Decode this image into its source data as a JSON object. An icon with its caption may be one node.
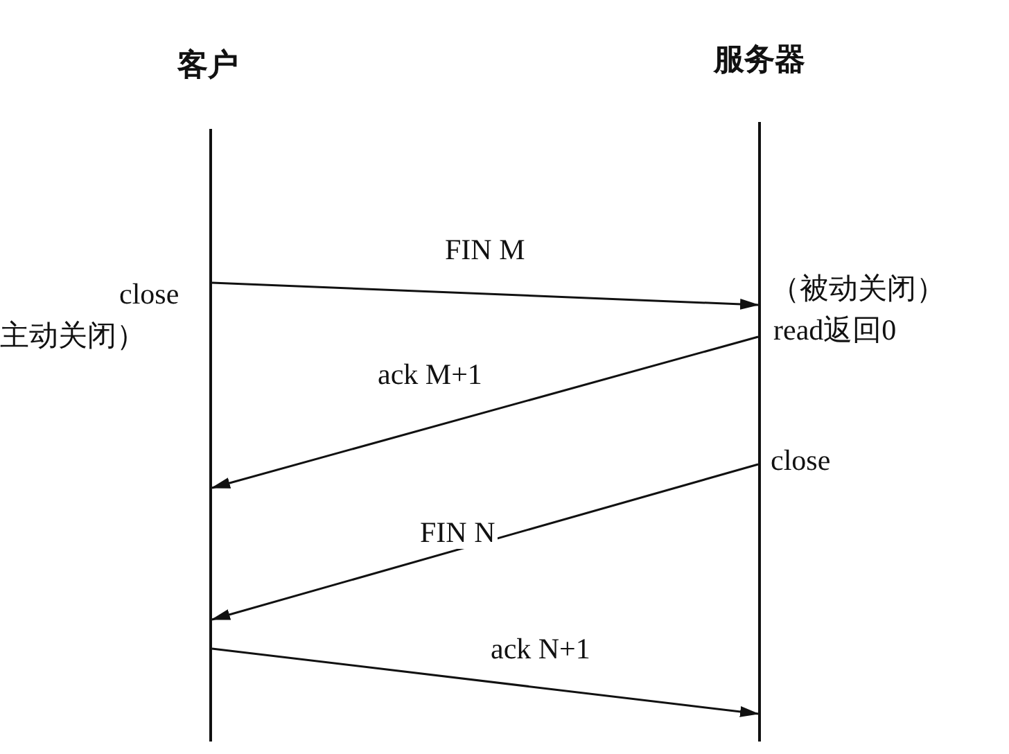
{
  "diagram": {
    "nodes": [
      {
        "text": [
          "客户"
        ]
      },
      {
        "text": [
          "服务器"
        ]
      }
    ],
    "edges": [
      {
        "from": 0,
        "to": 1,
        "arrow": "to",
        "label": "FIN M"
      },
      {
        "from": 1,
        "to": 0,
        "arrow": "to",
        "label": "ack M+1"
      },
      {
        "from": 1,
        "to": 0,
        "arrow": "to",
        "label": "FIN N"
      },
      {
        "from": 0,
        "to": 1,
        "arrow": "to",
        "label": "ack N+1"
      }
    ],
    "labels": [
      "close",
      "主动关闭）",
      "（被动关闭）",
      "read返回0",
      "close"
    ]
  }
}
